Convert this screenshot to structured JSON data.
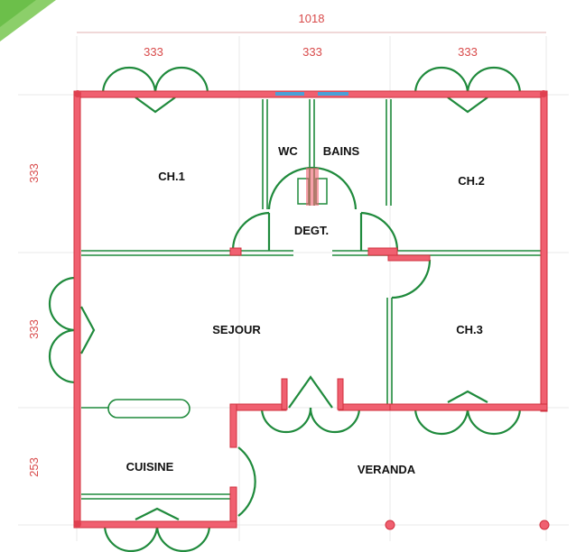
{
  "dimensions": {
    "total_width": "1018",
    "segment_left": "333",
    "segment_middle": "333",
    "segment_right": "333",
    "row_top": "333",
    "row_middle": "333",
    "row_bottom": "253"
  },
  "rooms": {
    "ch1": "CH.1",
    "wc": "WC",
    "bains": "BAINS",
    "ch2": "CH.2",
    "degt": "DEGT.",
    "sejour": "SEJOUR",
    "ch3": "CH.3",
    "cuisine": "CUISINE",
    "veranda": "VERANDA"
  },
  "colors": {
    "wall": "#f06070",
    "door": "#1f8a3c",
    "dimension_text": "#d84a4a",
    "window": "#4aa0d8"
  }
}
